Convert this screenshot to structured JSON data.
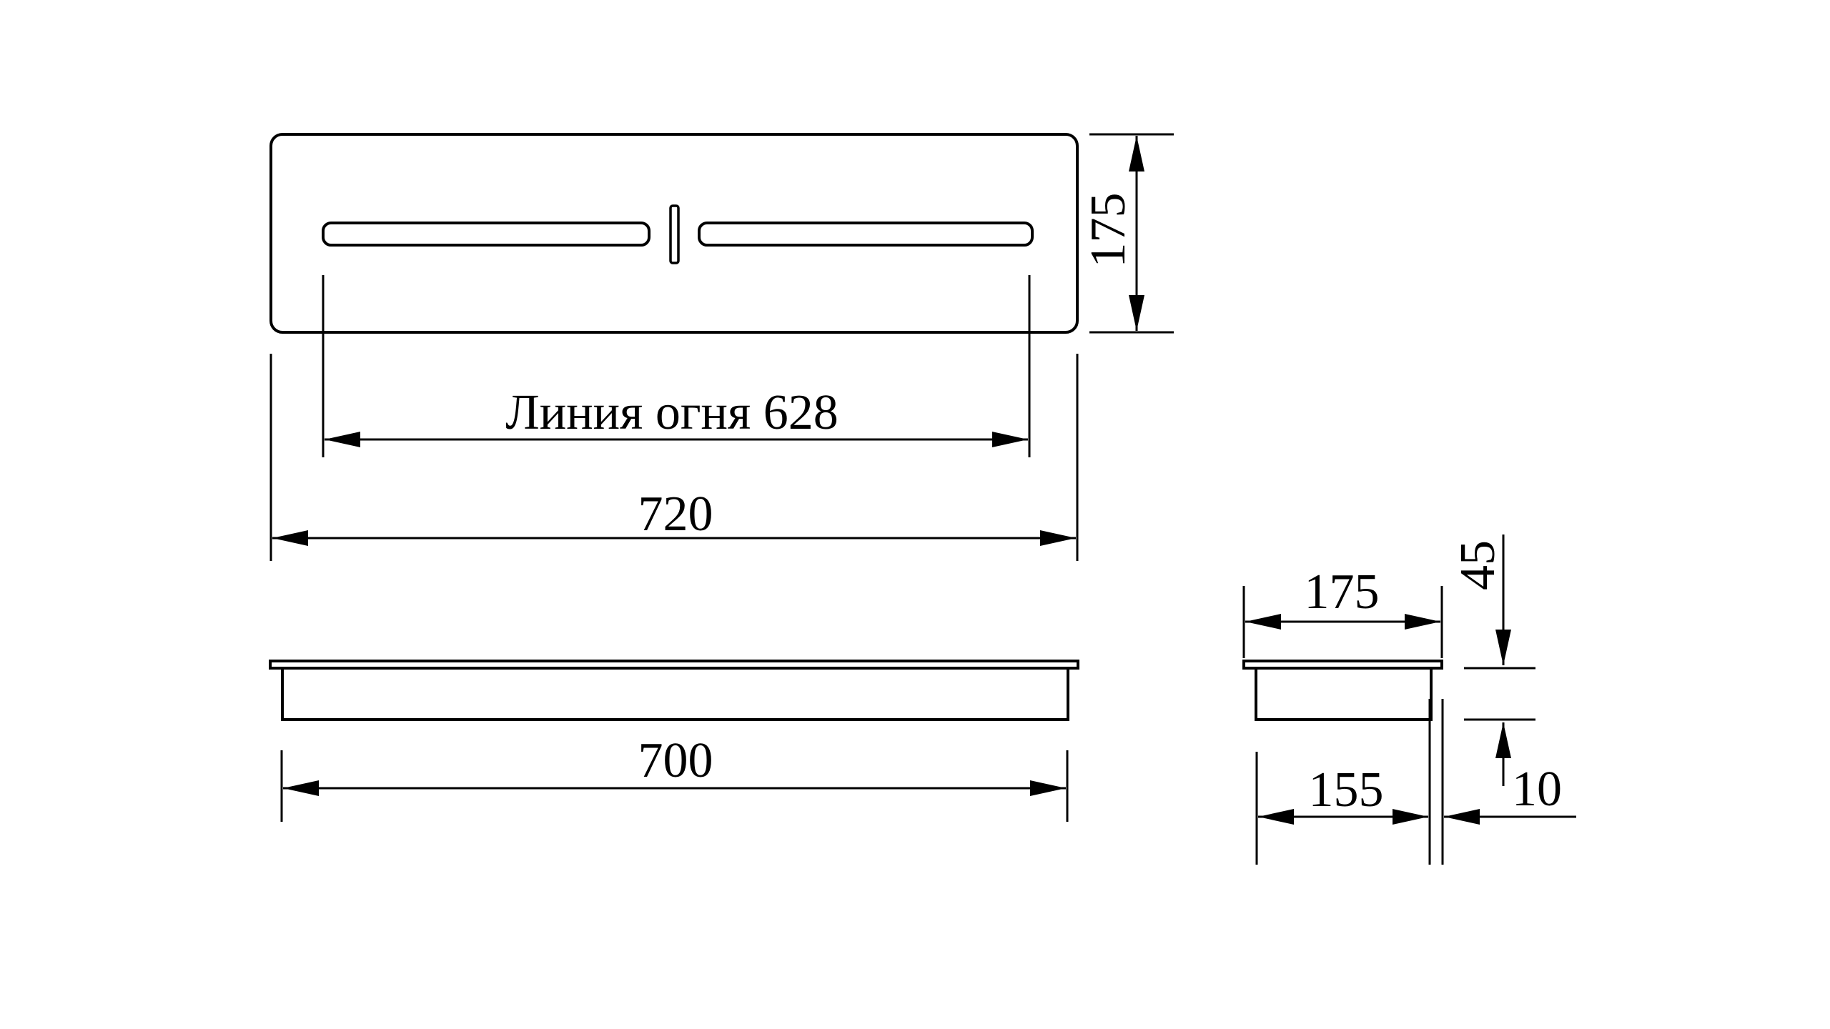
{
  "labels": {
    "fire_line": "Линия огня 628",
    "plan_width": "720",
    "plan_depth": "175",
    "front_width": "700",
    "side_width": "175",
    "side_depth": "45",
    "side_body_width": "155",
    "overhang": "10"
  },
  "colors": {
    "ink": "#000000",
    "paper": "#ffffff"
  }
}
